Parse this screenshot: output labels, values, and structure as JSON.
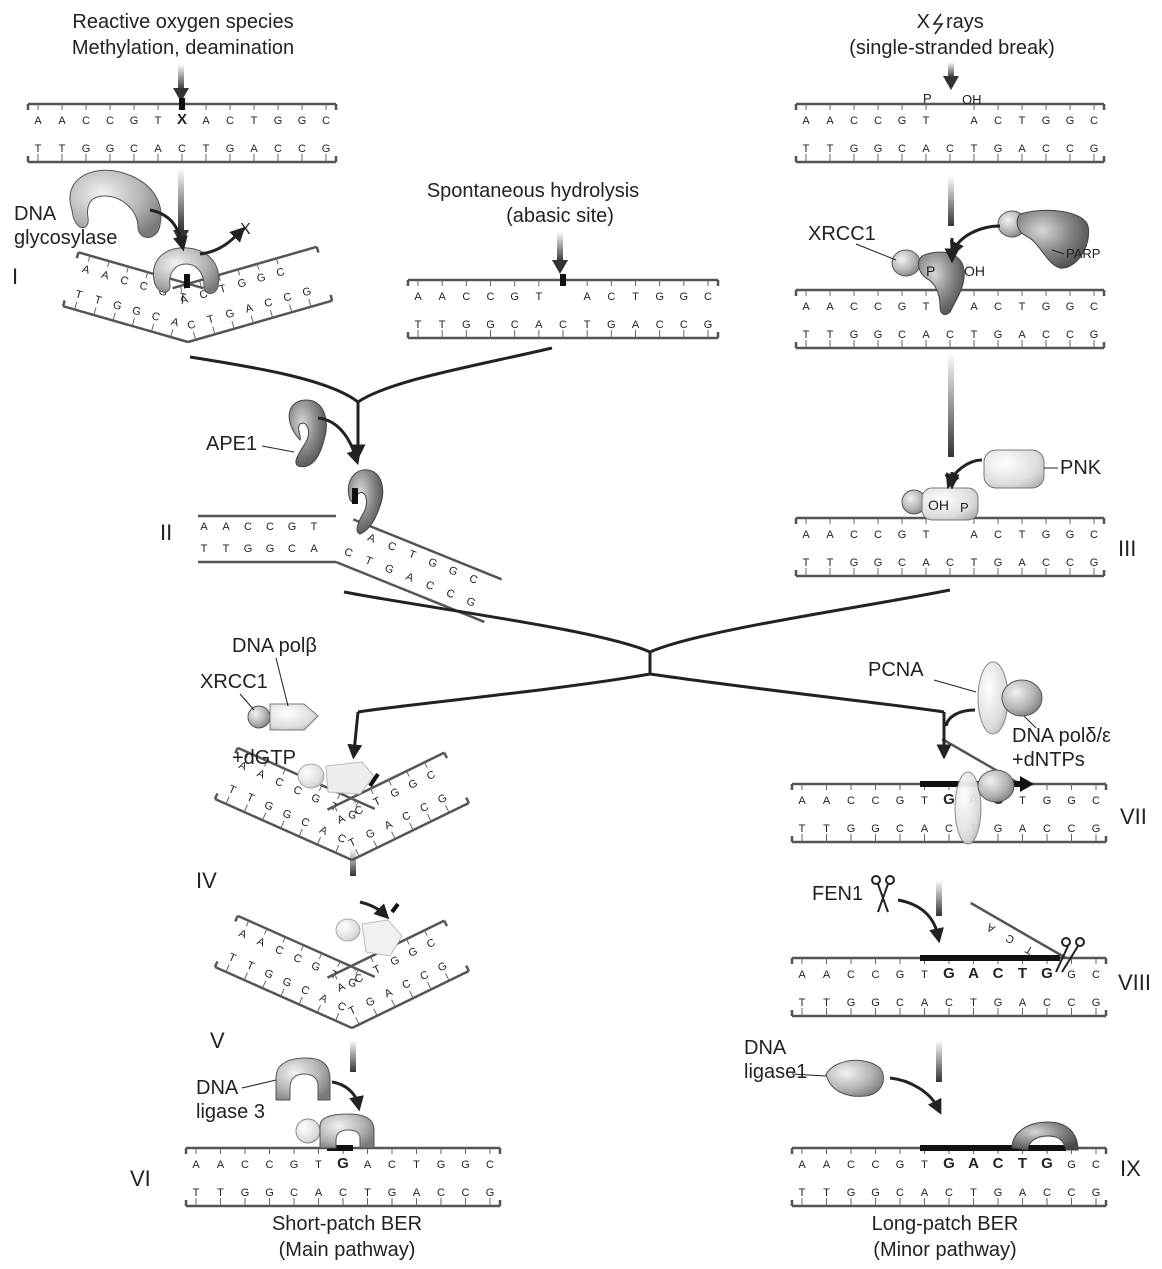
{
  "sources": {
    "oxidative": [
      "Reactive  oxygen species",
      "Methylation, deamination"
    ],
    "hydrolysis": [
      "Spontaneous hydrolysis",
      "(abasic site)"
    ],
    "xrays": [
      "X",
      "rays",
      "(single-stranded break)"
    ]
  },
  "labels": {
    "dna_glycosylase": [
      "DNA",
      "glycosylase"
    ],
    "x_removed": "X",
    "ape1": "APE1",
    "xrcc1": "XRCC1",
    "parp": "PARP",
    "pnk": "PNK",
    "p": "P",
    "oh": "OH",
    "dna_pol_beta": "DNA polβ",
    "dgtp": "+dGTP",
    "dna_ligase3": [
      "DNA",
      "ligase 3"
    ],
    "pcna": "PCNA",
    "dna_pol_de": [
      "DNA polδ/ε",
      "+dNTPs"
    ],
    "fen1": "FEN1",
    "dna_ligase1": [
      "DNA",
      "ligase1"
    ]
  },
  "steps": [
    "I",
    "II",
    "III",
    "IV",
    "V",
    "VI",
    "VII",
    "VIII",
    "IX"
  ],
  "pathways": {
    "short": [
      "Short-patch BER",
      "(Main pathway)"
    ],
    "long": [
      "Long-patch BER",
      "(Minor pathway)"
    ]
  },
  "strands": {
    "top_damaged": [
      "A",
      "A",
      "C",
      "C",
      "G",
      "T",
      "X",
      "A",
      "C",
      "T",
      "G",
      "G",
      "C"
    ],
    "top_gapped": [
      "A",
      "A",
      "C",
      "C",
      "G",
      "T",
      "",
      "A",
      "C",
      "T",
      "G",
      "G",
      "C"
    ],
    "top_repaired": [
      "A",
      "A",
      "C",
      "C",
      "G",
      "T",
      "G",
      "A",
      "C",
      "T",
      "G",
      "G",
      "C"
    ],
    "bottom": [
      "T",
      "T",
      "G",
      "G",
      "C",
      "A",
      "C",
      "T",
      "G",
      "A",
      "C",
      "C",
      "G"
    ],
    "kinked_top_left": [
      "A",
      "A",
      "C",
      "C",
      "G",
      "T"
    ],
    "kinked_bottom_left": [
      "T",
      "T",
      "G",
      "G",
      "C",
      "A"
    ],
    "kinked_top_right": [
      "A",
      "C",
      "T",
      "G",
      "G",
      "C"
    ],
    "kinked_bottom_right": [
      "C",
      "T",
      "G",
      "A",
      "C",
      "C",
      "G"
    ],
    "flap": [
      "A",
      "C",
      "T"
    ]
  },
  "colors": {
    "ink": "#222222",
    "protein_dark": "#6e6e6e",
    "protein_mid": "#a8a8a8",
    "protein_light": "#dedede",
    "patch": "#111111"
  }
}
